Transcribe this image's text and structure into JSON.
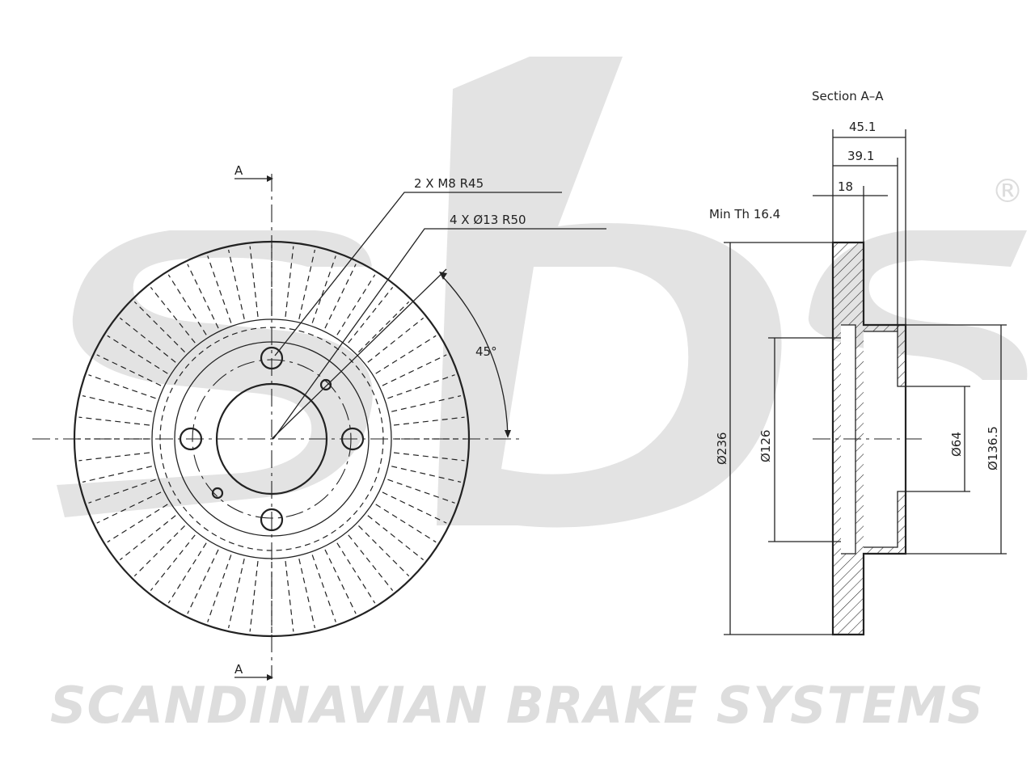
{
  "watermark": {
    "brand_text": "SCANDINAVIAN BRAKE SYSTEMS",
    "logo_text": "sbs",
    "registered_mark": "®"
  },
  "front_view": {
    "section_marker_top": "A",
    "section_marker_bottom": "A",
    "thread_callout": "2 X M8 R45",
    "hole_callout": "4 X Ø13 R50",
    "angle_label": "45°"
  },
  "section_view": {
    "title": "Section A–A",
    "min_thickness": "Min Th 16.4",
    "dim_overall_height": "45.1",
    "dim_hat_depth": "39.1",
    "dim_thickness": "18",
    "dim_outer_diameter": "Ø236",
    "dim_friction_inner_diameter": "Ø126",
    "dim_center_bore": "Ø64",
    "dim_hat_diameter": "Ø136.5"
  },
  "colors": {
    "line": "#222222",
    "watermark": "#dddddd",
    "background": "#ffffff"
  }
}
